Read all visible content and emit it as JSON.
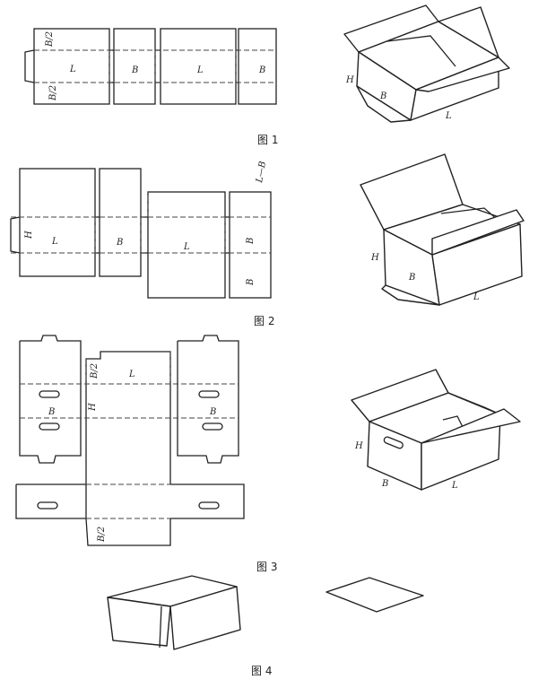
{
  "figures": [
    {
      "caption": "图 1",
      "flat_labels": [
        "B/2",
        "B/2",
        "L",
        "B",
        "L",
        "B"
      ],
      "box_labels": [
        "H",
        "B",
        "L"
      ]
    },
    {
      "caption": "图 2",
      "flat_labels": [
        "H",
        "L",
        "B",
        "L",
        "B",
        "B",
        "L—B"
      ],
      "box_labels": [
        "H",
        "B",
        "L"
      ]
    },
    {
      "caption": "图 3",
      "flat_labels": [
        "B/2",
        "L",
        "H",
        "B",
        "B",
        "B/2"
      ],
      "box_labels": [
        "H",
        "B",
        "L"
      ]
    },
    {
      "caption": "图 4",
      "flat_labels": [],
      "box_labels": []
    }
  ]
}
